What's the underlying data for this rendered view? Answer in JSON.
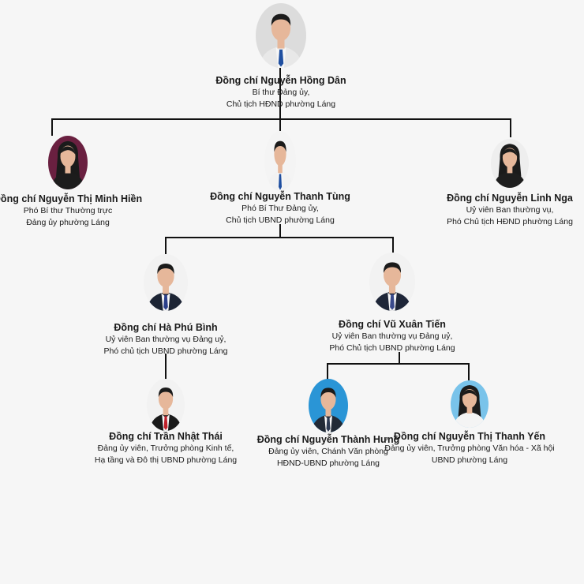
{
  "org_chart": {
    "nodes": [
      {
        "id": "dan",
        "name": "Đồng chí Nguyễn Hồng Dân",
        "roles": [
          "Bí thư Đảng ủy,",
          "Chủ tịch HĐND phường Láng"
        ],
        "photo_bg": "#dcdcdc",
        "suit": "#e8e8e8",
        "tie": "#1f4fa0"
      },
      {
        "id": "hien",
        "name": "Đồng chí Nguyễn Thị Minh Hiền",
        "roles": [
          "Phó Bí thư Thường trực",
          "Đảng ủy phường Láng"
        ],
        "photo_bg": "#6a2040",
        "suit": "#1c1c1c",
        "tie": ""
      },
      {
        "id": "tung",
        "name": "Đồng chí Nguyễn Thanh Tùng",
        "roles": [
          "Phó Bí Thư  Đảng ủy,",
          "Chủ tịch UBND phường Láng"
        ],
        "photo_bg": "#f4f4f4",
        "suit": "#f2f2f2",
        "tie": "#1f4fa0"
      },
      {
        "id": "nga",
        "name": "Đồng chí Nguyễn Linh Nga",
        "roles": [
          "Uỷ viên Ban thường vụ,",
          "Phó Chủ tịch HĐND phường Láng"
        ],
        "photo_bg": "#eeeeee",
        "suit": "#1e1e1e",
        "tie": ""
      },
      {
        "id": "binh",
        "name": "Đồng chí Hà Phú Bình",
        "roles": [
          "Uỷ viên Ban thường vụ Đảng uỷ,",
          "Phó chủ tịch UBND phường Láng"
        ],
        "photo_bg": "#f2f2f2",
        "suit": "#1c2434",
        "tie": "#2b3f8a"
      },
      {
        "id": "tien",
        "name": "Đồng chí Vũ Xuân Tiến",
        "roles": [
          "Uỷ viên Ban thường vụ Đảng uỷ,",
          "Phó Chủ tịch UBND phường Láng"
        ],
        "photo_bg": "#f2f2f2",
        "suit": "#1e2638",
        "tie": "#3a4a8c"
      },
      {
        "id": "thai",
        "name": "Đồng chí Trần Nhật Thái",
        "roles": [
          "Đảng ủy viên, Trưởng phòng Kinh tế,",
          "Hạ tầng và Đô thị UBND phường Láng"
        ],
        "photo_bg": "#f2f2f2",
        "suit": "#1a1a1a",
        "tie": "#c0202a"
      },
      {
        "id": "hung",
        "name": "Đồng chí Nguyễn Thành Hưng",
        "roles": [
          "Đảng ủy viên, Chánh Văn phòng",
          "HĐND-UBND phường Láng"
        ],
        "photo_bg": "#2a95d6",
        "suit": "#222a36",
        "tie": "#2d3a52"
      },
      {
        "id": "yen",
        "name": "Đồng chí Nguyễn Thị Thanh Yến",
        "roles": [
          "Đảng ủy viên, Trưởng phòng Văn hóa - Xã hội",
          "UBND phường Láng"
        ],
        "photo_bg": "#79c3ea",
        "suit": "#f4f4f4",
        "tie": ""
      }
    ],
    "colors": {
      "connector": "#111111",
      "background": "#f6f6f6",
      "skin": "#e6b79a",
      "hair": "#1b1b1b"
    }
  }
}
